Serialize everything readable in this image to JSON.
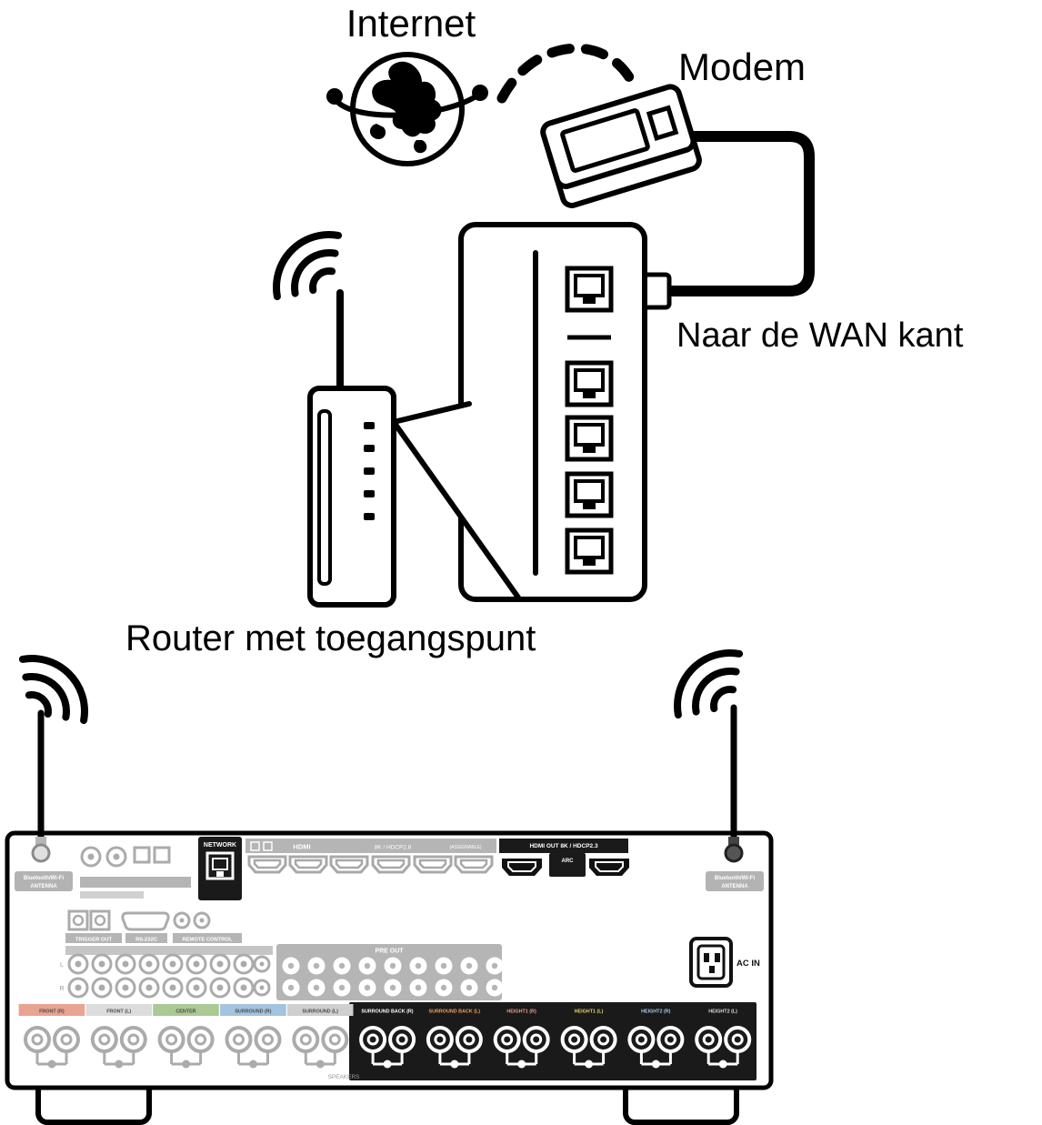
{
  "labels": {
    "internet": "Internet",
    "modem": "Modem",
    "wan": "Naar de WAN kant",
    "router": "Router met toegangspunt"
  },
  "receiver": {
    "antenna_line1": "Bluetooth/Wi-Fi",
    "antenna_line2": "ANTENNA",
    "network": "NETWORK",
    "hdmi": "HDMI",
    "hdmi_spec": "8K / HDCP2.8",
    "hdmi_assignable": "(ASSIGNABLE)",
    "hdmi_out_full": "HDMI OUT 8K / HDCP2.3",
    "arc": "ARC",
    "trigger_out": "TRIGGER OUT",
    "rs232c": "RS-232C",
    "remote_control": "REMOTE CONTROL",
    "pre_out": "PRE OUT",
    "ac_in": "AC IN",
    "speakers": "SPEAKERS",
    "channel_l": "L",
    "channel_r": "R",
    "speaker_sections": [
      {
        "label": "FRONT (R)",
        "bg": "#e9a391",
        "fg": "#4a4a4a",
        "active": false
      },
      {
        "label": "FRONT (L)",
        "bg": "#dcdcdc",
        "fg": "#4a4a4a",
        "active": false
      },
      {
        "label": "CENTER",
        "bg": "#abc993",
        "fg": "#4a4a4a",
        "active": false
      },
      {
        "label": "SURROUND (R)",
        "bg": "#a3c3de",
        "fg": "#4a4a4a",
        "active": false
      },
      {
        "label": "SURROUND (L)",
        "bg": "#cfcfcf",
        "fg": "#4a4a4a",
        "active": false
      },
      {
        "label": "SURROUND BACK (R)",
        "bg": "#1a1a1a",
        "fg": "#ffffff",
        "active": true
      },
      {
        "label": "SURROUND BACK (L)",
        "bg": "#1a1a1a",
        "fg": "#f2a25c",
        "active": true
      },
      {
        "label": "HEIGHT1 (R)",
        "bg": "#1a1a1a",
        "fg": "#eda090",
        "active": true
      },
      {
        "label": "HEIGHT1 (L)",
        "bg": "#1a1a1a",
        "fg": "#ead26e",
        "active": true
      },
      {
        "label": "HEIGHT2 (R)",
        "bg": "#1a1a1a",
        "fg": "#a9cdea",
        "active": true
      },
      {
        "label": "HEIGHT2 (L)",
        "bg": "#1a1a1a",
        "fg": "#dddddd",
        "active": true
      }
    ]
  }
}
